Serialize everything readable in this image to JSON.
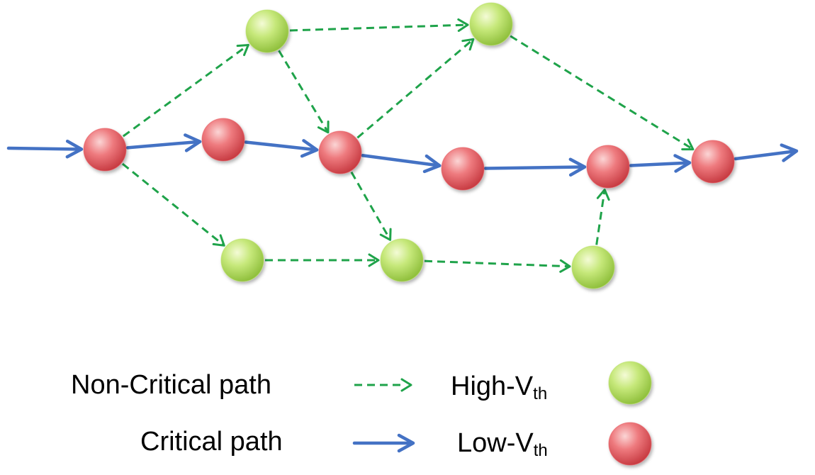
{
  "colors": {
    "critical_edge": "#4472c4",
    "noncritical_edge": "#1fa34a",
    "high_vth_node": "#b5e061",
    "low_vth_node": "#e8565d"
  },
  "nodes": [
    {
      "id": "r1",
      "kind": "low"
    },
    {
      "id": "r2",
      "kind": "low"
    },
    {
      "id": "r3",
      "kind": "low"
    },
    {
      "id": "r4",
      "kind": "low"
    },
    {
      "id": "r5",
      "kind": "low"
    },
    {
      "id": "r6",
      "kind": "low"
    },
    {
      "id": "g1",
      "kind": "high"
    },
    {
      "id": "g2",
      "kind": "high"
    },
    {
      "id": "g3",
      "kind": "high"
    },
    {
      "id": "g4",
      "kind": "high"
    },
    {
      "id": "g5",
      "kind": "high"
    }
  ],
  "critical_edges": [
    [
      "in",
      "r1"
    ],
    [
      "r1",
      "r2"
    ],
    [
      "r2",
      "r3"
    ],
    [
      "r3",
      "r4"
    ],
    [
      "r4",
      "r5"
    ],
    [
      "r5",
      "r6"
    ],
    [
      "r6",
      "out"
    ]
  ],
  "noncritical_edges": [
    [
      "r1",
      "g1"
    ],
    [
      "g1",
      "g2"
    ],
    [
      "g1",
      "r3"
    ],
    [
      "r3",
      "g2"
    ],
    [
      "g2",
      "r6"
    ],
    [
      "r1",
      "g3"
    ],
    [
      "g3",
      "g4"
    ],
    [
      "r3",
      "g4"
    ],
    [
      "g4",
      "g5"
    ],
    [
      "g5",
      "r5"
    ]
  ],
  "legend": {
    "noncritical_label": "Non-Critical path",
    "critical_label": "Critical path",
    "high_label": "High-V",
    "high_sub": "th",
    "low_label": "Low-V",
    "low_sub": "th"
  }
}
